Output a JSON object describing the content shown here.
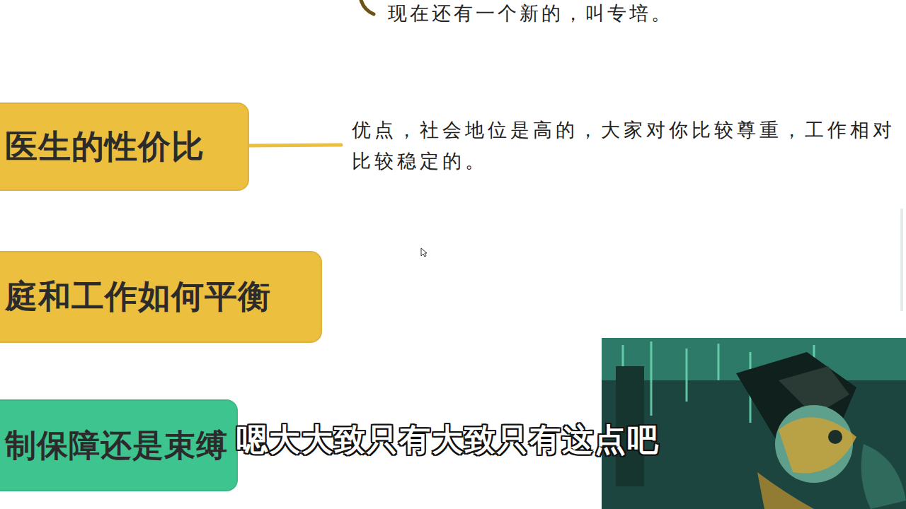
{
  "diagram": {
    "nodes": [
      {
        "text": [
          "医生的性价比"
        ]
      },
      {
        "text": [
          "庭和工作如何平衡"
        ]
      },
      {
        "text": [
          "制保障还是束缚"
        ]
      }
    ],
    "labels": [
      "现在还有一个新的，叫专培。",
      "优点，社会地位是高的，大家对你比较尊重，工作相对比较稳定的。",
      "嗯大大致只有大致只有这点吧"
    ]
  }
}
